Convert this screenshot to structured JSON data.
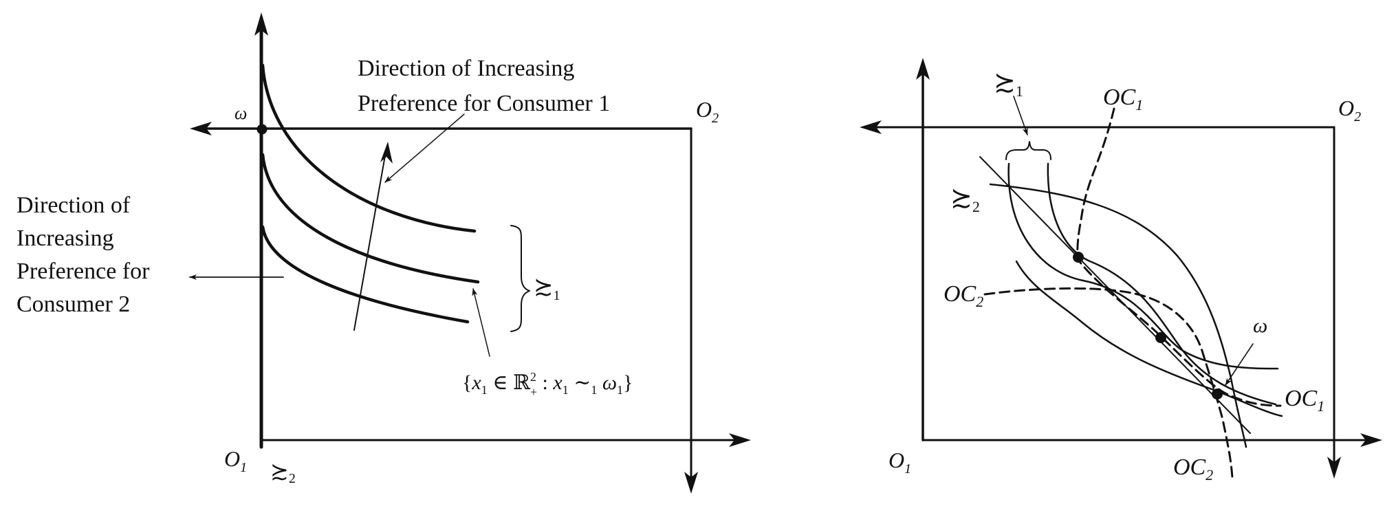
{
  "left": {
    "omega": "ω",
    "o2": "O",
    "o2_sub": "2",
    "o1": "O",
    "o1_sub": "1",
    "pref2_symbol": "≿",
    "pref2_sub": "2",
    "dir1_line1": "Direction of Increasing",
    "dir1_line2": "Preference for Consumer 1",
    "dir2_lines": [
      "Direction of",
      "Increasing",
      "Preference for",
      "Consumer 2"
    ],
    "brace_symbol": "≿",
    "brace_sub": "1",
    "set_open": "{",
    "set_x": "x",
    "set_x_sub": "1",
    "set_in": " ∈ ℝ",
    "set_sup": "2",
    "set_plus": "+",
    "set_colon": " : ",
    "set_x2": "x",
    "set_x2_sub": "1",
    "set_sim": " ∼",
    "set_sim_sub": "1",
    "set_omega": " ω",
    "set_omega_sub": "1",
    "set_close": "}"
  },
  "right": {
    "pref1_symbol": "≿",
    "pref1_sub": "1",
    "pref2_symbol": "≿",
    "pref2_sub": "2",
    "oc1_top": "OC",
    "oc1_top_sub": "1",
    "oc2_left": "OC",
    "oc2_left_sub": "2",
    "omega": "ω",
    "oc1_right": "OC",
    "oc1_right_sub": "1",
    "oc2_bottom": "OC",
    "oc2_bottom_sub": "2",
    "o1": "O",
    "o1_sub": "1",
    "o2": "O",
    "o2_sub": "2"
  }
}
